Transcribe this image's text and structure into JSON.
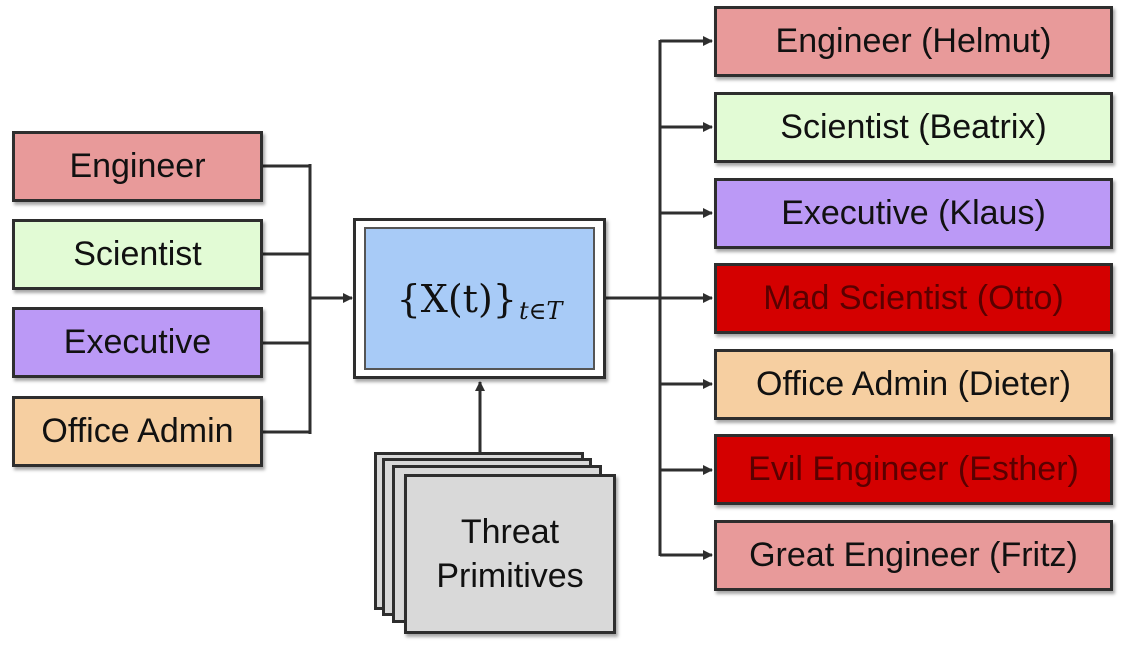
{
  "roles": [
    {
      "label": "Engineer",
      "color": "#e89a9a"
    },
    {
      "label": "Scientist",
      "color": "#e2fbd5"
    },
    {
      "label": "Executive",
      "color": "#bb99f6"
    },
    {
      "label": "Office Admin",
      "color": "#f6cfa1"
    }
  ],
  "process": {
    "formula_main": "{X(t)}",
    "formula_sub": "t∈T",
    "color": "#a8cbf7"
  },
  "threat_primitives": {
    "line1": "Threat",
    "line2": "Primitives",
    "color": "#d9d9d9"
  },
  "outputs": [
    {
      "label": "Engineer (Helmut)",
      "color": "#e89a9a"
    },
    {
      "label": "Scientist (Beatrix)",
      "color": "#e2fbd5"
    },
    {
      "label": "Executive (Klaus)",
      "color": "#bb99f6"
    },
    {
      "label": "Mad Scientist (Otto)",
      "color": "#d40000"
    },
    {
      "label": "Office Admin (Dieter)",
      "color": "#f6cfa1"
    },
    {
      "label": "Evil Engineer (Esther)",
      "color": "#d40000"
    },
    {
      "label": "Great Engineer (Fritz)",
      "color": "#e89a9a"
    }
  ]
}
